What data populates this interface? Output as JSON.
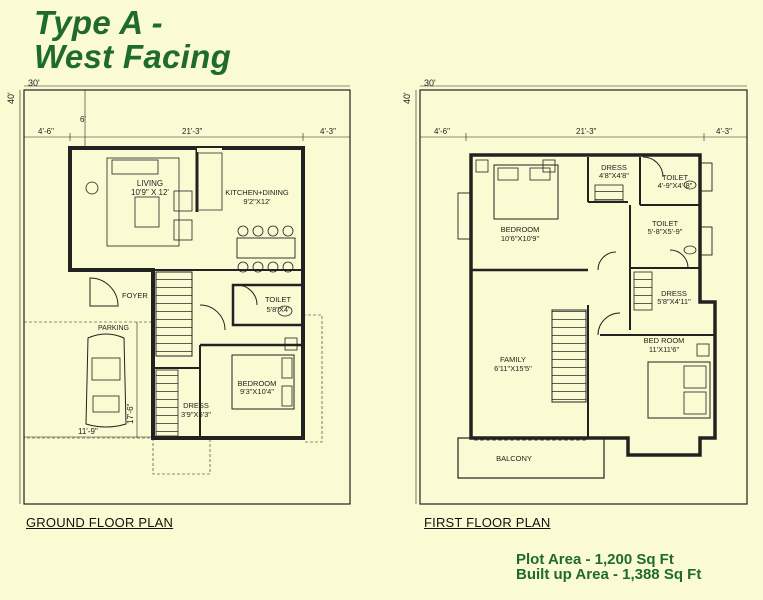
{
  "title": {
    "line1": "Type A -",
    "line2": "West Facing"
  },
  "ground_floor": {
    "caption": "GROUND FLOOR PLAN",
    "dims": {
      "plot_width": "30'",
      "plot_depth": "40'",
      "left_setback": "4'-6\"",
      "building_width": "21'-3\"",
      "right_setback": "4'-3\"",
      "front_setback": "6'",
      "parking_depth": "17'-6\"",
      "parking_width": "11'-9\""
    },
    "rooms": {
      "living_name": "LIVING",
      "living_size": "10'9\" X 12'",
      "kitchen_name": "KITCHEN+DINING",
      "kitchen_size": "9'2\"X12'",
      "foyer_name": "FOYER",
      "parking_name": "PARKING",
      "toilet_name": "TOILET",
      "toilet_size": "5'8\"X4'",
      "bedroom_name": "BEDROOM",
      "bedroom_size": "9'3\"X10'4\"",
      "dress_name": "DRESS",
      "dress_size": "3'9\"X6'3\""
    }
  },
  "first_floor": {
    "caption": "FIRST FLOOR PLAN",
    "dims": {
      "plot_width": "30'",
      "plot_depth": "40'",
      "left_setback": "4'-6\"",
      "building_width": "21'-3\"",
      "right_setback": "4'-3\""
    },
    "rooms": {
      "dress1_name": "DRESS",
      "dress1_size": "4'8\"X4'8\"",
      "toilet1_name": "TOILET",
      "toilet1_size": "4'-9\"X4'-8\"",
      "bedroom1_name": "BEDROOM",
      "bedroom1_size": "10'6\"X10'9\"",
      "toilet2_name": "TOILET",
      "toilet2_size": "5'-8\"X5'-9\"",
      "dress2_name": "DRESS",
      "dress2_size": "5'8\"X4'11\"",
      "bedroom2_name": "BED ROOM",
      "bedroom2_size": "11'X11'6\"",
      "family_name": "FAMILY",
      "family_size": "6'11\"X15'5\"",
      "balcony_name": "BALCONY"
    }
  },
  "areas": {
    "plot_area": "Plot Area - 1,200 Sq Ft",
    "built_area": "Built up Area - 1,388 Sq Ft"
  },
  "colors": {
    "background": "#fbfbd3",
    "title_green": "#1e6b2a",
    "line": "#222222"
  }
}
